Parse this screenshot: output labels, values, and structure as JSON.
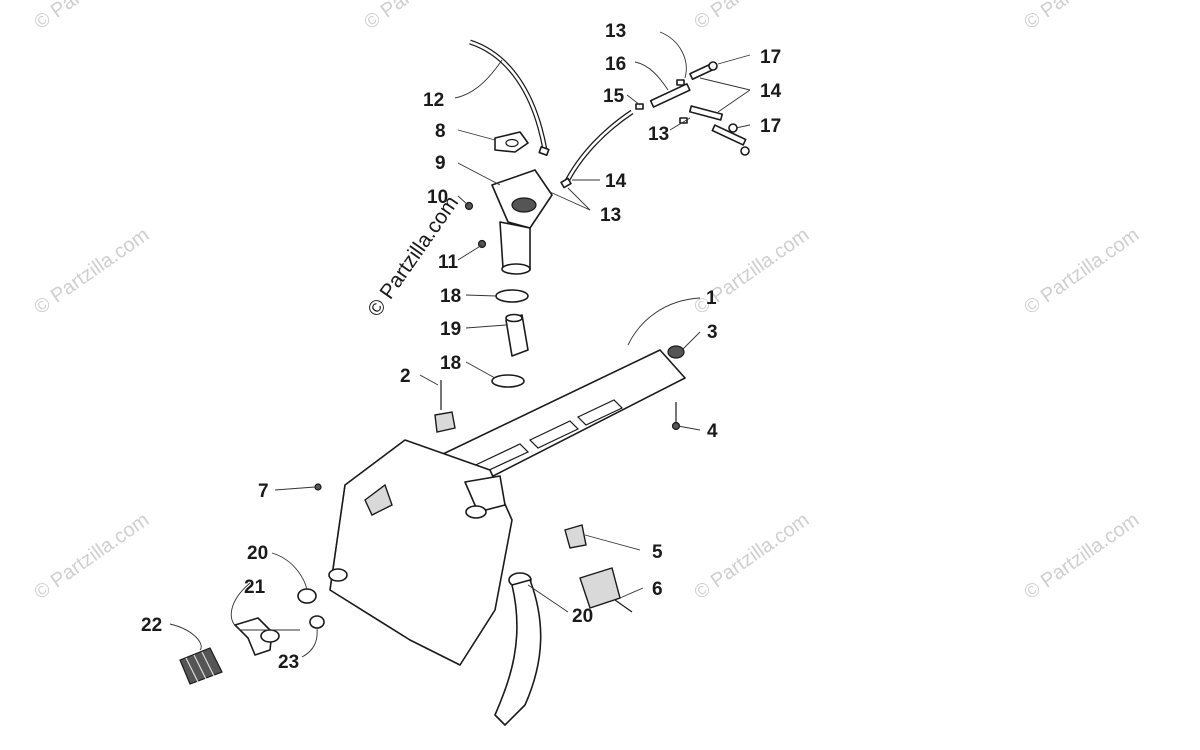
{
  "watermarks": {
    "corner": "© Partzilla.com",
    "center": "© Partzilla.com"
  },
  "callouts": [
    {
      "id": "1",
      "text": "1"
    },
    {
      "id": "2",
      "text": "2"
    },
    {
      "id": "3",
      "text": "3"
    },
    {
      "id": "4",
      "text": "4"
    },
    {
      "id": "5",
      "text": "5"
    },
    {
      "id": "6",
      "text": "6"
    },
    {
      "id": "7",
      "text": "7"
    },
    {
      "id": "8",
      "text": "8"
    },
    {
      "id": "9",
      "text": "9"
    },
    {
      "id": "10",
      "text": "10"
    },
    {
      "id": "11",
      "text": "11"
    },
    {
      "id": "12",
      "text": "12"
    },
    {
      "id": "13a",
      "text": "13"
    },
    {
      "id": "13b",
      "text": "13"
    },
    {
      "id": "13c",
      "text": "13"
    },
    {
      "id": "14a",
      "text": "14"
    },
    {
      "id": "14b",
      "text": "14"
    },
    {
      "id": "15",
      "text": "15"
    },
    {
      "id": "16",
      "text": "16"
    },
    {
      "id": "17a",
      "text": "17"
    },
    {
      "id": "17b",
      "text": "17"
    },
    {
      "id": "18a",
      "text": "18"
    },
    {
      "id": "18b",
      "text": "18"
    },
    {
      "id": "19",
      "text": "19"
    },
    {
      "id": "20a",
      "text": "20"
    },
    {
      "id": "20b",
      "text": "20"
    },
    {
      "id": "21",
      "text": "21"
    },
    {
      "id": "22",
      "text": "22"
    },
    {
      "id": "23",
      "text": "23"
    }
  ]
}
